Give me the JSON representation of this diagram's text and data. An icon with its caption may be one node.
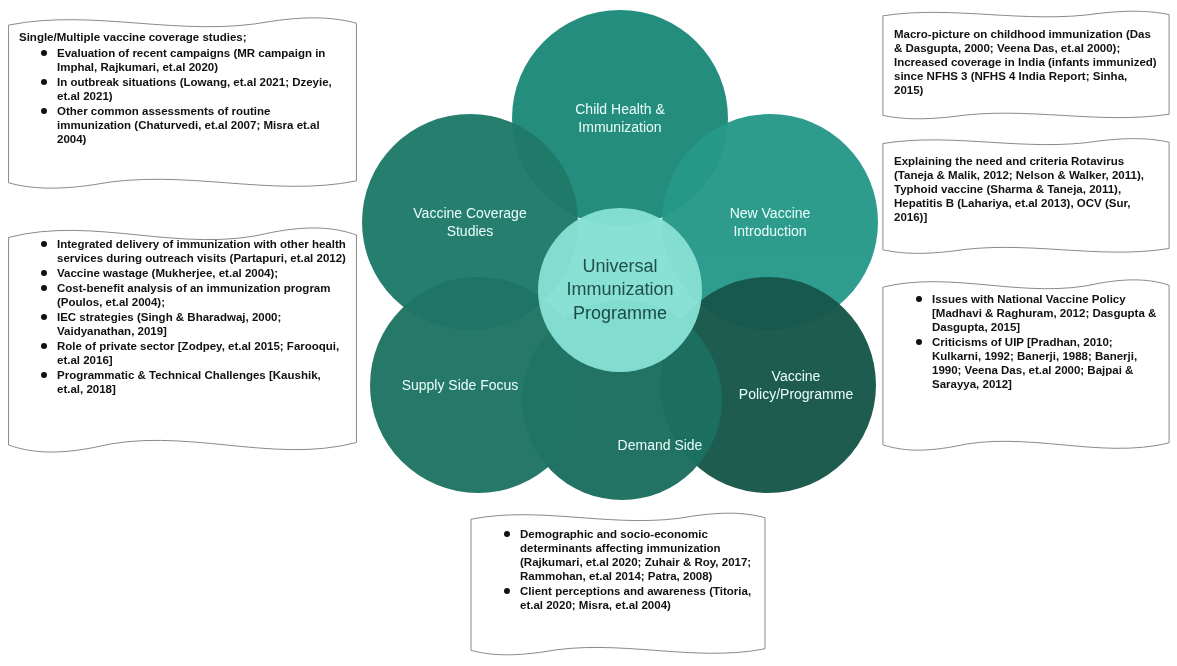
{
  "diagram": {
    "nodes": [
      {
        "text": [
          "Child Health & Immunization"
        ]
      },
      {
        "text": [
          "Vaccine Coverage Studies"
        ]
      },
      {
        "text": [
          "New Vaccine Introduction"
        ]
      },
      {
        "text": [
          "Universal Immunization Programme"
        ]
      },
      {
        "text": [
          "Supply Side Focus"
        ]
      },
      {
        "text": [
          "Demand Side"
        ]
      },
      {
        "text": [
          "Vaccine Policy/Programme"
        ]
      },
      {
        "text": [
          "Single/Multiple vaccine coverage studies;",
          "Evaluation of recent campaigns (MR campaign in Imphal, Rajkumari, et.al 2020)",
          "In outbreak situations (Lowang, et.al 2021; Dzeyie, et.al 2021)",
          "Other common assessments of routine immunization (Chaturvedi, et.al 2007; Misra et.al 2004)"
        ]
      },
      {
        "text": [
          "Macro-picture on childhood immunization (Das & Dasgupta, 2000; Veena Das, et.al 2000);  Increased coverage in India (infants immunized) since NFHS 3 (NFHS 4 India Report; Sinha, 2015)"
        ]
      },
      {
        "text": [
          "Explaining the need and criteria  Rotavirus (Taneja & Malik, 2012; Nelson & Walker, 2011), Typhoid vaccine (Sharma & Taneja, 2011), Hepatitis B (Lahariya, et.al 2013), OCV (Sur, 2016)]"
        ]
      },
      {
        "text": [
          "Integrated delivery of immunization with other health services during outreach visits (Partapuri, et.al 2012)",
          "Vaccine wastage (Mukherjee, et.al 2004);",
          "Cost-benefit analysis of an immunization program (Poulos, et.al 2004);",
          "IEC strategies (Singh & Bharadwaj, 2000; Vaidyanathan, 2019]",
          "Role of private sector [Zodpey, et.al 2015; Farooqui, et.al 2016]",
          "Programmatic & Technical Challenges [Kaushik, et.al, 2018]"
        ]
      },
      {
        "text": [
          "Demographic and socio-economic determinants affecting immunization (Rajkumari, et.al  2020; Zuhair & Roy, 2017; Rammohan, et.al 2014; Patra, 2008)",
          "Client perceptions and awareness (Titoria, et.al 2020; Misra, et.al 2004)"
        ]
      },
      {
        "text": [
          "Issues with National Vaccine Policy [Madhavi & Raghuram, 2012; Dasgupta & Dasgupta, 2015]",
          "Criticisms of UIP [Pradhan, 2010; Kulkarni, 1992; Banerji, 1988; Banerji, 1990; Veena Das, et.al 2000; Bajpai & Sarayya, 2012]"
        ]
      }
    ],
    "edges": []
  }
}
